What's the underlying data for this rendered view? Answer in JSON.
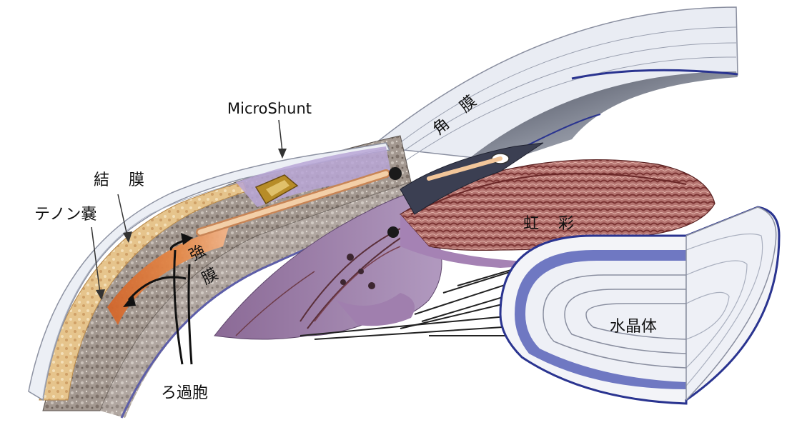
{
  "labels": {
    "microshunt": "MicroShunt",
    "conjunctiva": "結 膜",
    "tenon": "テノン嚢",
    "sclera": "強 膜",
    "cornea": "角 膜",
    "iris": "虹 彩",
    "lens": "水晶体",
    "filtering_bleb": "ろ過胞"
  },
  "colors": {
    "conjunctiva": "#e9ecf3",
    "tenon": "#e8c58f",
    "sclera": "#9c8f86",
    "bleb": "#e2803f",
    "iris": "#b06a66",
    "ciliary": "#8e6e97",
    "lens_rim": "#3f4aa0",
    "cornea_inner": "#5a5f6e",
    "shunt_tube": "#e8b98a",
    "fin": "#b48a2a"
  }
}
